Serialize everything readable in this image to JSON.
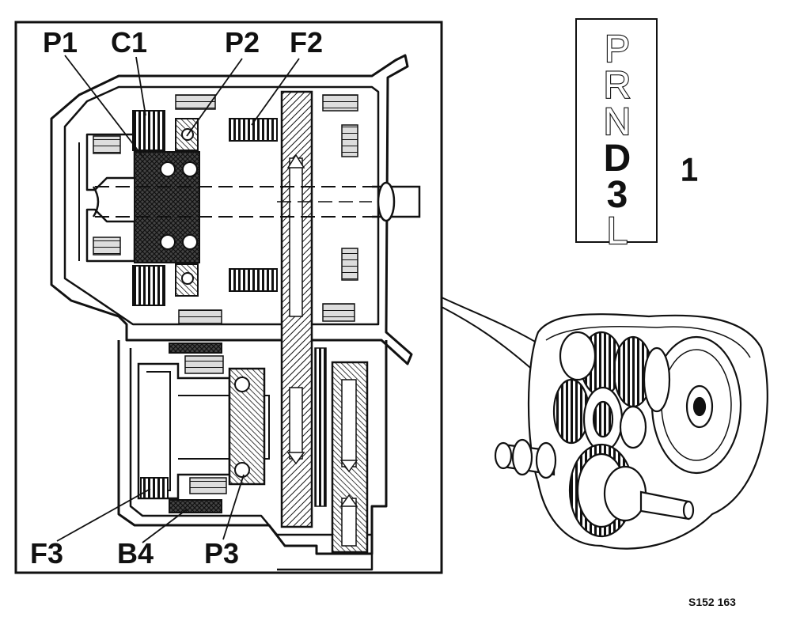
{
  "labels": {
    "P1": "P1",
    "C1": "C1",
    "P2": "P2",
    "F2": "F2",
    "F3": "F3",
    "B4": "B4",
    "P3": "P3"
  },
  "gear_selector": {
    "positions": [
      "P",
      "R",
      "N",
      "D",
      "3",
      "L"
    ],
    "selected": [
      "D",
      "3"
    ]
  },
  "figure_number": "1",
  "drawing_code": "S152 163"
}
